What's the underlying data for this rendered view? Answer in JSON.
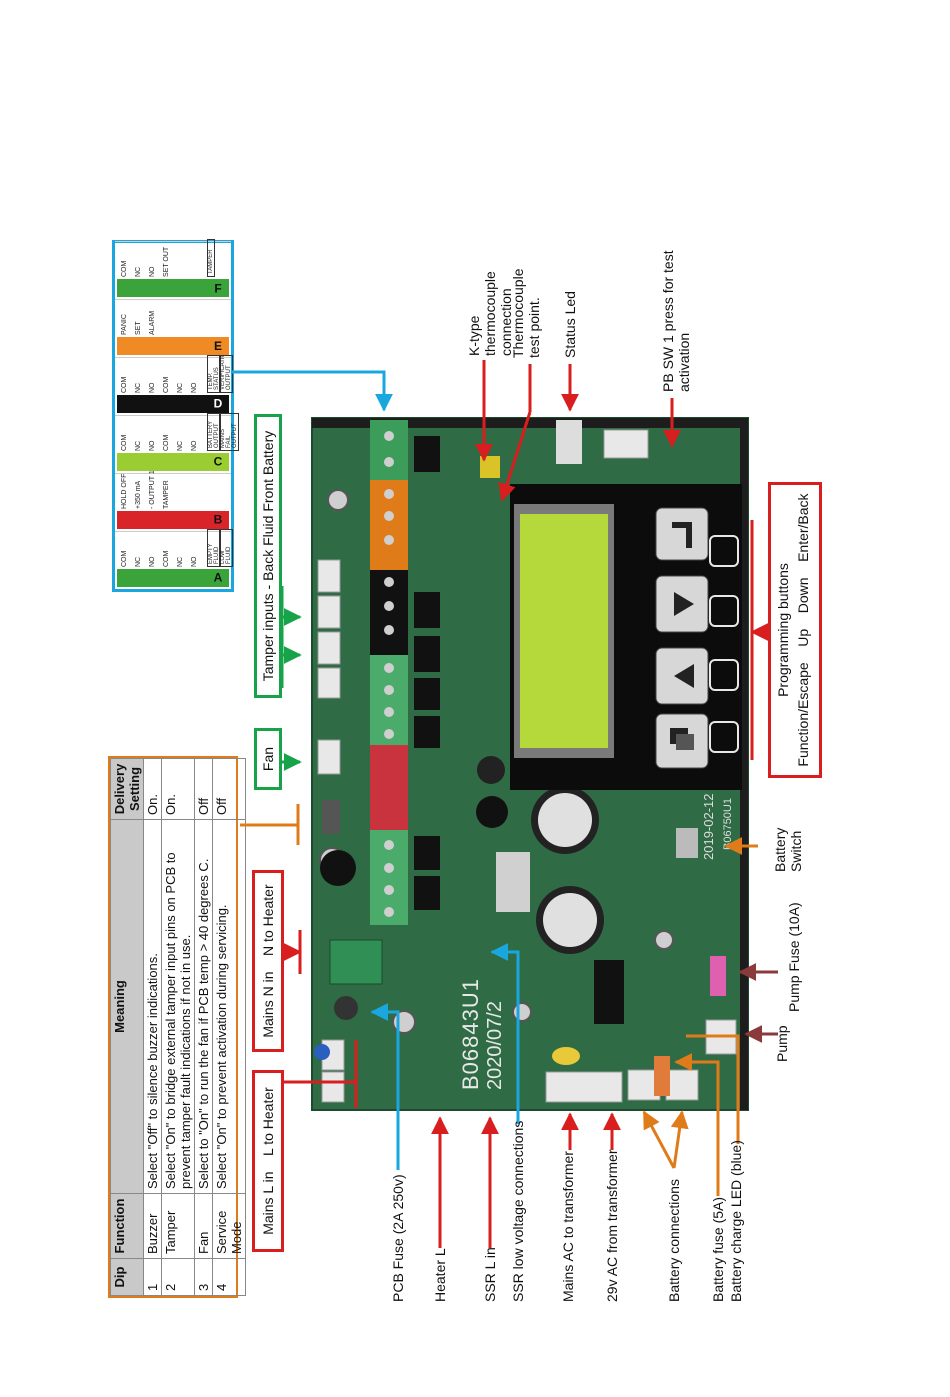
{
  "dip_table": {
    "headers": [
      "Dip",
      "Function",
      "Meaning",
      "Delivery Setting"
    ],
    "rows": [
      [
        "1",
        "Buzzer",
        "Select \"Off\" to silence buzzer indications.",
        "On."
      ],
      [
        "2",
        "Tamper",
        "Select \"On\" to bridge external tamper input pins on PCB to prevent tamper fault indications if not in use.",
        "On."
      ],
      [
        "3",
        "Fan",
        "Select to \"On\" to run the fan if PCB temp > 40 degrees C.",
        "Off"
      ],
      [
        "4",
        "Service Mode",
        "Select \"On\" to prevent activation during servicing.",
        "Off"
      ]
    ]
  },
  "terminal_legend": {
    "blocks": [
      {
        "letter": "A",
        "color": "#3aa33a",
        "labels": [
          "COM",
          "NC",
          "NO",
          "COM",
          "NC",
          "NO"
        ],
        "boxes": [
          "EMPTY FLUID",
          "LOW FLUID"
        ]
      },
      {
        "letter": "B",
        "color": "#d9252a",
        "labels": [
          "HOLD OFF",
          "+350 mA",
          "- OUTPUT 12V",
          "TAMPER"
        ],
        "boxes": []
      },
      {
        "letter": "C",
        "color": "#9acd32",
        "labels": [
          "COM",
          "NC",
          "NO",
          "COM",
          "NC",
          "NO"
        ],
        "boxes": [
          "BATTERY OUTPUT",
          "MAINS FAIL OUTPUT"
        ]
      },
      {
        "letter": "D",
        "color": "#111111",
        "labels": [
          "COM",
          "NC",
          "NO",
          "COM",
          "NC",
          "NO"
        ],
        "boxes": [
          "TEMP. STATUS",
          "VERIFICATION OUTPUT"
        ]
      },
      {
        "letter": "E",
        "color": "#f08a24",
        "labels": [
          "PANIC",
          "SET",
          "ALARM"
        ],
        "boxes": []
      },
      {
        "letter": "F",
        "color": "#3aa33a",
        "labels": [
          "COM",
          "NC",
          "NO",
          "SET OUT"
        ],
        "boxes": [
          "TAMPER"
        ]
      }
    ]
  },
  "board_markings": {
    "model": "B06843U1",
    "date": "2020/07/2",
    "lcd_board": "B06750U1",
    "lcd_date": "2019-02-12"
  },
  "labels": {
    "tamper_inputs": "Tamper inputs - Back  Fluid  Front  Battery",
    "fan": "Fan",
    "mains_n": "Mains N in    N to Heater",
    "mains_l": "Mains L in    L to Heater",
    "k_type": "K-type thermocouple connection",
    "tc_test": "Thermocouple test point.",
    "status_led": "Status Led",
    "pb_sw1": "PB SW 1 press for test activation",
    "prog_title": "Programming buttons",
    "prog_buttons": "Function/Escape    Up    Down    Enter/Back",
    "battery_switch": "Battery Switch",
    "pump_fuse": "Pump Fuse (10A)",
    "pump": "Pump",
    "pcb_fuse": "PCB Fuse (2A 250v)",
    "heater_l": "Heater L",
    "ssr_l": "SSR L in",
    "ssr_low": "SSR low voltage connections",
    "mains_ac": "Mains AC to transformer",
    "ac_29v": "29v AC from transformer",
    "battery_conn": "Battery connections",
    "battery_fuse": "Battery fuse (5A)",
    "battery_led": "Battery charge LED (blue)"
  },
  "colors": {
    "red": "#d81e1e",
    "blue": "#1aa7e0",
    "green": "#17a34a",
    "orange": "#e07b1a",
    "maroon": "#8a3a3a",
    "pcb": "#2f6b45"
  }
}
